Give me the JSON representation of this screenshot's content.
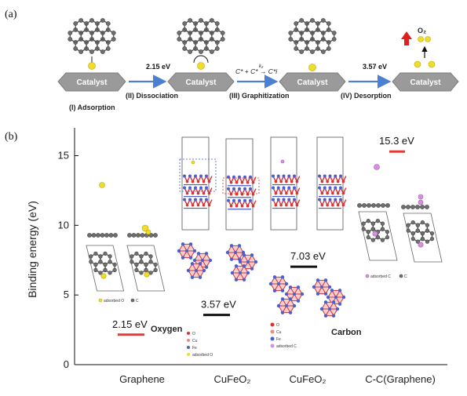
{
  "panel_a": {
    "label": "(a)",
    "catalyst_label": "Catalyst",
    "steps": [
      {
        "label": "(I) Adsorption"
      },
      {
        "label": "(II) Dissociation",
        "energy": "2.15 eV"
      },
      {
        "label": "(III) Graphitization",
        "equation": "C* + C* → C*i",
        "rate": "k₂"
      },
      {
        "label": "(IV) Desorption",
        "energy": "3.57 eV"
      }
    ],
    "product": "O₂"
  },
  "panel_b": {
    "label": "(b)",
    "ylabel": "Binding energy (eV)",
    "ylim": [
      0,
      17
    ],
    "yticks": [
      "0",
      "5",
      "10",
      "15"
    ],
    "categories": [
      "Graphene",
      "CuFeO₂",
      "CuFeO₂",
      "C-C(Graphene)"
    ],
    "sublabels": {
      "oxygen": "Oxygen",
      "carbon": "Carbon"
    },
    "legend_graphene": {
      "o": "adsorbed O",
      "c": "C"
    },
    "legend_cufeo2_oxygen": [
      "O",
      "Cu",
      "Fe",
      "adsorbed O"
    ],
    "legend_cufeo2_carbon": [
      "O",
      "Cu",
      "Fe",
      "adsorbed C"
    ],
    "legend_cc": {
      "a": "adsorbed C",
      "c": "C"
    }
  },
  "chart_data": {
    "type": "bar",
    "ylabel": "Binding energy (eV)",
    "ylim": [
      0,
      17
    ],
    "categories": [
      "Graphene",
      "CuFeO₂",
      "CuFeO₂",
      "C-C(Graphene)"
    ],
    "values": [
      2.15,
      3.57,
      7.03,
      15.3
    ],
    "value_labels": [
      "2.15 eV",
      "3.57 eV",
      "7.03 eV",
      "15.3 eV"
    ],
    "colors": [
      "#e53935",
      "#111111",
      "#111111",
      "#e53935"
    ]
  }
}
